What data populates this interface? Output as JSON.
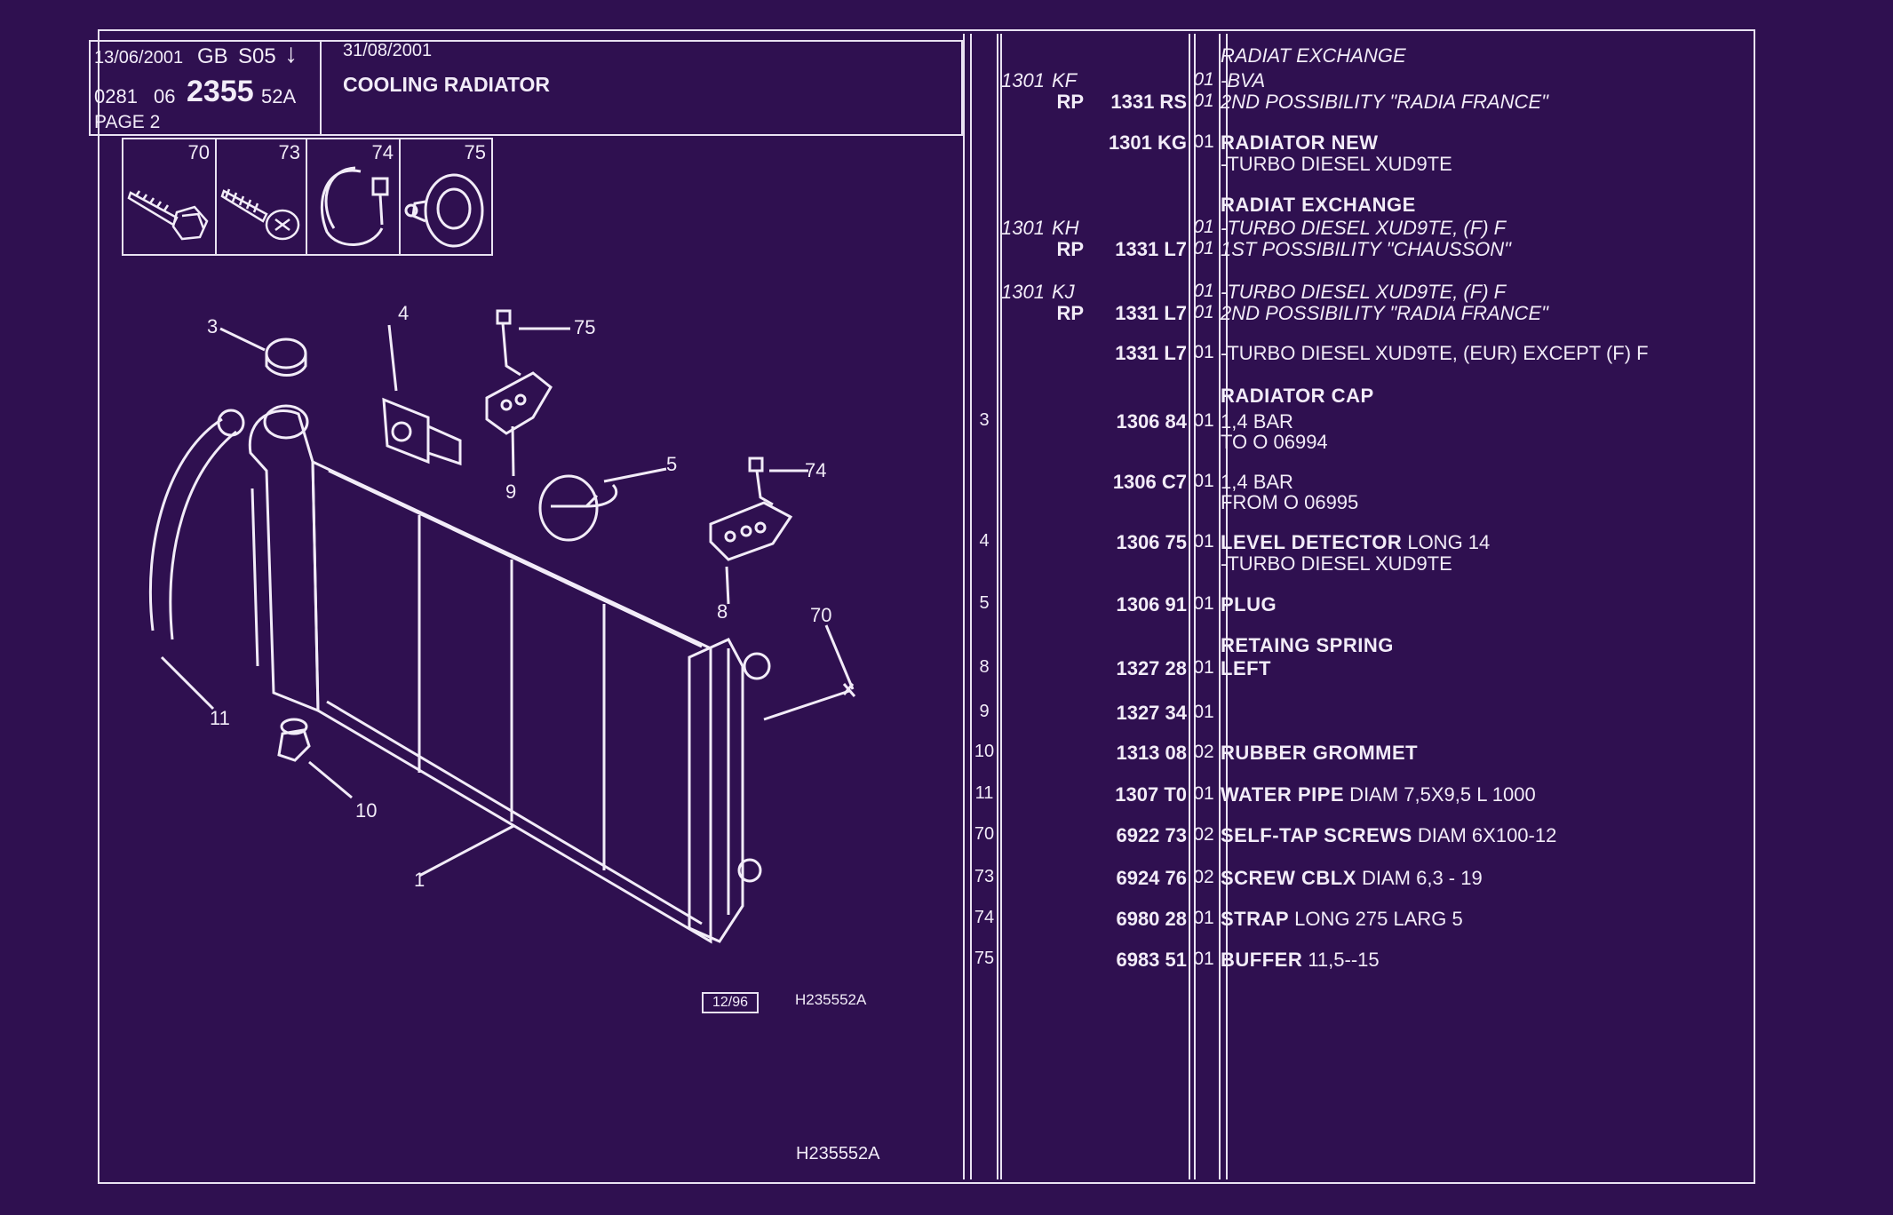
{
  "header": {
    "date_left": "13/06/2001",
    "market": "GB",
    "code": "S05",
    "arrow": "↓",
    "line2_a": "0281",
    "line2_b": "06",
    "line2_big": "2355",
    "line2_c": "52A",
    "page": "PAGE 2",
    "date_right": "31/08/2001",
    "title": "COOLING RADIATOR"
  },
  "thumbnails": [
    {
      "num": "70",
      "icon": "bolt-icon"
    },
    {
      "num": "73",
      "icon": "screw-icon"
    },
    {
      "num": "74",
      "icon": "strap-icon"
    },
    {
      "num": "75",
      "icon": "buffer-icon"
    }
  ],
  "diagram": {
    "callouts": [
      "3",
      "4",
      "75",
      "5",
      "74",
      "9",
      "8",
      "70",
      "11",
      "10",
      "1"
    ],
    "date_box": "12/96",
    "ref_code": "H235552A",
    "footer_code": "H235552A"
  },
  "parts": [
    {
      "ref": "",
      "prefix": "",
      "number": "",
      "qty": "",
      "desc_bold": "",
      "desc": "RADIAT EXCHANGE",
      "italic": true
    },
    {
      "ref": "",
      "prefix": "1301",
      "number": "KF",
      "qty": "01",
      "desc_bold": "",
      "desc": "-BVA",
      "italic": true,
      "num_italic": true
    },
    {
      "ref": "",
      "prefix": "RP",
      "number": "1331 RS",
      "qty": "01",
      "desc_bold": "",
      "desc": "2ND POSSIBILITY \"RADIA FRANCE\"",
      "italic": true
    },
    {
      "ref": "",
      "prefix": "",
      "number": "1301 KG",
      "qty": "01",
      "desc_bold": "RADIATOR NEW",
      "desc": ""
    },
    {
      "ref": "",
      "prefix": "",
      "number": "",
      "qty": "",
      "desc_bold": "",
      "desc": "-TURBO DIESEL XUD9TE"
    },
    {
      "ref": "",
      "prefix": "",
      "number": "",
      "qty": "",
      "desc_bold": "RADIAT EXCHANGE",
      "desc": ""
    },
    {
      "ref": "",
      "prefix": "1301",
      "number": "KH",
      "qty": "01",
      "desc_bold": "",
      "desc": "-TURBO DIESEL XUD9TE, (F) F",
      "italic": true,
      "num_italic": true
    },
    {
      "ref": "",
      "prefix": "RP",
      "number": "1331 L7",
      "qty": "01",
      "desc_bold": "",
      "desc": "1ST POSSIBILITY \"CHAUSSON\"",
      "italic": true
    },
    {
      "ref": "",
      "prefix": "1301",
      "number": "KJ",
      "qty": "01",
      "desc_bold": "",
      "desc": "-TURBO DIESEL XUD9TE, (F) F",
      "italic": true,
      "num_italic": true
    },
    {
      "ref": "",
      "prefix": "RP",
      "number": "1331 L7",
      "qty": "01",
      "desc_bold": "",
      "desc": "2ND POSSIBILITY \"RADIA FRANCE\"",
      "italic": true
    },
    {
      "ref": "",
      "prefix": "",
      "number": "1331 L7",
      "qty": "01",
      "desc_bold": "",
      "desc": "-TURBO DIESEL XUD9TE, (EUR) EXCEPT  (F) F"
    },
    {
      "ref": "",
      "prefix": "",
      "number": "",
      "qty": "",
      "desc_bold": "RADIATOR CAP",
      "desc": ""
    },
    {
      "ref": "3",
      "prefix": "",
      "number": "1306 84",
      "qty": "01",
      "desc_bold": "",
      "desc": "1,4 BAR"
    },
    {
      "ref": "",
      "prefix": "",
      "number": "",
      "qty": "",
      "desc_bold": "",
      "desc": "TO  O  06994"
    },
    {
      "ref": "",
      "prefix": "",
      "number": "1306 C7",
      "qty": "01",
      "desc_bold": "",
      "desc": "1,4 BAR"
    },
    {
      "ref": "",
      "prefix": "",
      "number": "",
      "qty": "",
      "desc_bold": "",
      "desc": "FROM  O  06995"
    },
    {
      "ref": "4",
      "prefix": "",
      "number": "1306 75",
      "qty": "01",
      "desc_bold": "LEVEL DETECTOR",
      "desc": " LONG 14"
    },
    {
      "ref": "",
      "prefix": "",
      "number": "",
      "qty": "",
      "desc_bold": "",
      "desc": "-TURBO DIESEL XUD9TE"
    },
    {
      "ref": "5",
      "prefix": "",
      "number": "1306 91",
      "qty": "01",
      "desc_bold": "PLUG",
      "desc": ""
    },
    {
      "ref": "",
      "prefix": "",
      "number": "",
      "qty": "",
      "desc_bold": "RETAING SPRING",
      "desc": ""
    },
    {
      "ref": "8",
      "prefix": "",
      "number": "1327 28",
      "qty": "01",
      "desc_bold": "LEFT",
      "desc": ""
    },
    {
      "ref": "9",
      "prefix": "",
      "number": "1327 34",
      "qty": "01",
      "desc_bold": "",
      "desc": ""
    },
    {
      "ref": "10",
      "prefix": "",
      "number": "1313 08",
      "qty": "02",
      "desc_bold": "RUBBER GROMMET",
      "desc": ""
    },
    {
      "ref": "11",
      "prefix": "",
      "number": "1307 T0",
      "qty": "01",
      "desc_bold": "WATER PIPE",
      "desc": " DIAM 7,5X9,5  L 1000"
    },
    {
      "ref": "70",
      "prefix": "",
      "number": "6922 73",
      "qty": "02",
      "desc_bold": "SELF-TAP SCREWS",
      "desc": " DIAM 6X100-12"
    },
    {
      "ref": "73",
      "prefix": "",
      "number": "6924 76",
      "qty": "02",
      "desc_bold": "SCREW CBLX",
      "desc": " DIAM 6,3 - 19"
    },
    {
      "ref": "74",
      "prefix": "",
      "number": "6980 28",
      "qty": "01",
      "desc_bold": "STRAP",
      "desc": " LONG 275  LARG 5"
    },
    {
      "ref": "75",
      "prefix": "",
      "number": "6983 51",
      "qty": "01",
      "desc_bold": "BUFFER",
      "desc": " 11,5--15"
    }
  ]
}
